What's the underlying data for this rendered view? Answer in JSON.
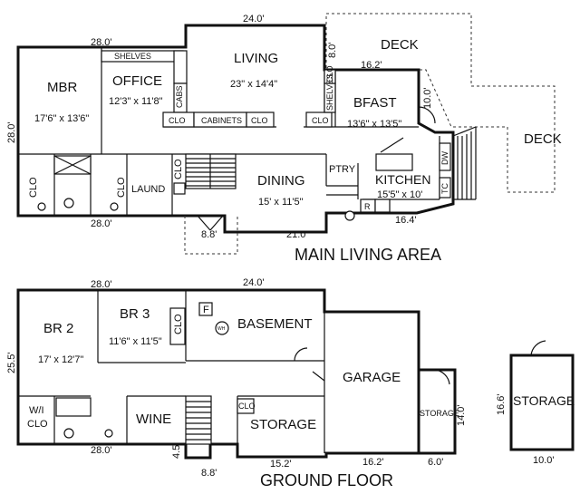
{
  "titles": {
    "main": "MAIN LIVING AREA",
    "ground": "GROUND FLOOR"
  },
  "main_floor": {
    "mbr": {
      "name": "MBR",
      "size": "17'6\" x 13'6\""
    },
    "office": {
      "name": "OFFICE",
      "size": "12'3\" x 11'8\""
    },
    "living": {
      "name": "LIVING",
      "size": "23\" x 14'4\""
    },
    "deck_upper": {
      "name": "DECK"
    },
    "deck_right": {
      "name": "DECK"
    },
    "bfast": {
      "name": "BFAST",
      "size": "13'6\" x 13'5\""
    },
    "dining": {
      "name": "DINING",
      "size": "15' x 11'5\""
    },
    "kitchen": {
      "name": "KITCHEN",
      "size": "15'5\" x 10'"
    },
    "ptry": "PTRY",
    "laund": "LAUND",
    "fixtures": {
      "shelves": "SHELVES",
      "cabs": "CABS",
      "cabinets": "CABINETS",
      "clo": "CLO",
      "shelves_v": "SHELVES",
      "clo_v": "CLO",
      "dw": "DW",
      "tc": "TC",
      "r": "R"
    },
    "dims": {
      "top_left": "28.0'",
      "top_living": "24.0'",
      "left_side": "28.0'",
      "bottom_left": "28.0'",
      "bottom_center": "21.0'",
      "bottom_right": "16.4'",
      "entry": "8.8'",
      "deck_side": "8.0'",
      "deck_width": "16.2'",
      "bfast_side": "10.0'"
    }
  },
  "ground_floor": {
    "br2": {
      "name": "BR 2",
      "size": "17' x 12'7\""
    },
    "br3": {
      "name": "BR 3",
      "size": "11'6\" x 11'5\""
    },
    "basement": {
      "name": "BASEMENT"
    },
    "garage": {
      "name": "GARAGE"
    },
    "storage": {
      "name": "STORAGE"
    },
    "storage_small": {
      "name": "STORAGE"
    },
    "storage_detached": {
      "name": "STORAGE"
    },
    "wine": "WINE",
    "wi_clo": {
      "line1": "W/I",
      "line2": "CLO"
    },
    "fixtures": {
      "clo": "CLO",
      "clo_v": "CLO",
      "furnace": "F",
      "water_heater": "WH"
    },
    "dims": {
      "top_left": "28.0'",
      "top_right": "24.0'",
      "left_side": "25.5'",
      "bottom_left": "28.0'",
      "stair_side": "4.5'",
      "stair_bottom": "8.8'",
      "storage_bottom": "15.2'",
      "garage_bottom": "16.2'",
      "storage_small_bottom": "6.0'",
      "storage_small_side": "14.0'",
      "detached_side": "16.6'",
      "detached_bottom": "10.0'"
    }
  }
}
